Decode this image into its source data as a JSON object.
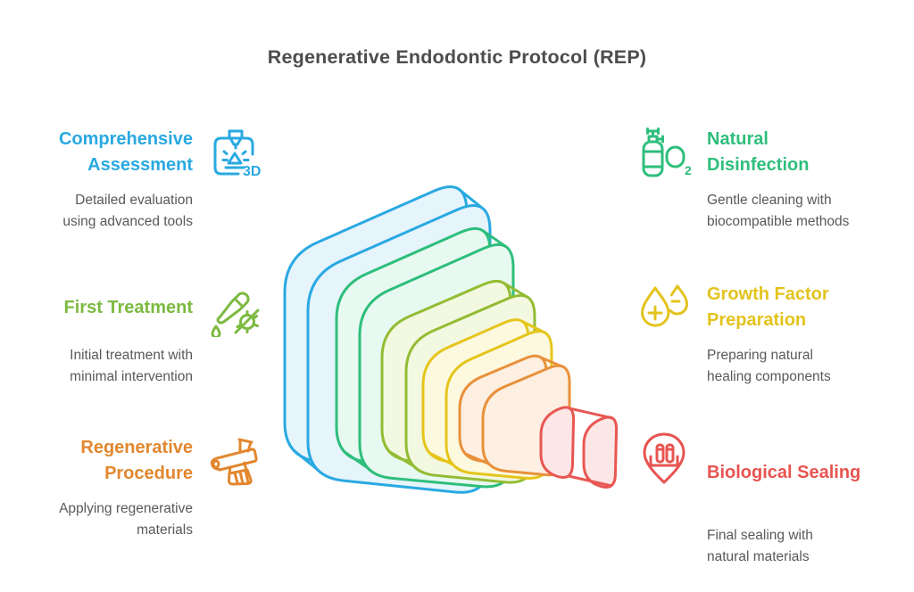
{
  "title": {
    "text": "Regenerative Endodontic Protocol (REP)",
    "color": "#4D4D4F"
  },
  "sections": [
    {
      "id": "comprehensive-assessment",
      "side": "left",
      "row": 1,
      "color": "#29A9E1",
      "icon": "3d-printer-icon",
      "title_lines": [
        "Comprehensive",
        "Assessment"
      ],
      "desc_lines": [
        "Detailed evaluation",
        "using advanced tools"
      ]
    },
    {
      "id": "first-treatment",
      "side": "left",
      "row": 2,
      "color": "#7CBA40",
      "icon": "dropper-no-germ-icon",
      "title_lines": [
        "First Treatment",
        ""
      ],
      "desc_lines": [
        "Initial treatment with",
        "minimal intervention"
      ]
    },
    {
      "id": "regenerative-procedure",
      "side": "left",
      "row": 3,
      "color": "#E2872E",
      "icon": "bandage-cast-icon",
      "title_lines": [
        "Regenerative",
        "Procedure"
      ],
      "desc_lines": [
        "Applying regenerative",
        "materials"
      ]
    },
    {
      "id": "natural-disinfection",
      "side": "right",
      "row": 1,
      "color": "#2EBE7C",
      "icon": "oxygen-tank-icon",
      "title_lines": [
        "Natural",
        "Disinfection"
      ],
      "desc_lines": [
        "Gentle cleaning with",
        "biocompatible methods"
      ]
    },
    {
      "id": "growth-factor-preparation",
      "side": "right",
      "row": 2,
      "color": "#E3C31D",
      "icon": "droplet-plus-minus-icon",
      "title_lines": [
        "Growth Factor",
        "Preparation"
      ],
      "desc_lines": [
        "Preparing natural",
        "healing components"
      ]
    },
    {
      "id": "biological-sealing",
      "side": "right",
      "row": 3,
      "color": "#E85450",
      "icon": "pin-test-tubes-icon",
      "title_lines": [
        "Biological Sealing",
        ""
      ],
      "desc_lines": [
        "Final sealing with",
        "natural materials"
      ]
    }
  ],
  "diagram": {
    "description": "Six stacked 3D rounded squares, one per protocol step, largest at back-left to smallest at front-right",
    "slabs": [
      {
        "step": 1,
        "stroke": "#29A9E1",
        "fill": "#E6F4FC"
      },
      {
        "step": 2,
        "stroke": "#2EBE7C",
        "fill": "#E7F9F0"
      },
      {
        "step": 3,
        "stroke": "#93BC33",
        "fill": "#F3F8E1"
      },
      {
        "step": 4,
        "stroke": "#E5C51C",
        "fill": "#FDF9DF"
      },
      {
        "step": 5,
        "stroke": "#E8913B",
        "fill": "#FDEFE1"
      },
      {
        "step": 6,
        "stroke": "#E85752",
        "fill": "#FCE6E6"
      }
    ]
  }
}
